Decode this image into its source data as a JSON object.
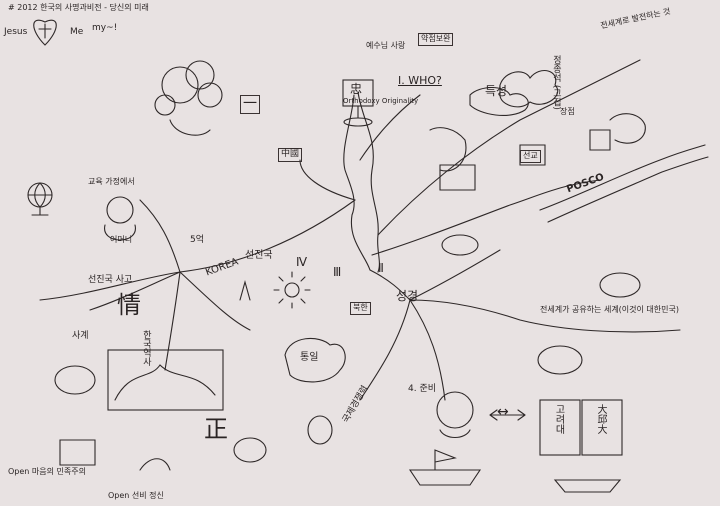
{
  "header": {
    "top_note": "# 2012 한국의 사명과비전 - 당신의 미래",
    "jesus_me": "Jesus",
    "me": "Me",
    "signature": "my~!"
  },
  "center": {
    "title_sign": "忠",
    "sign_sub": "Orthodoxy Originality"
  },
  "section_labels": {
    "who": "I. WHO?",
    "roman_2": "Ⅱ",
    "roman_3": "Ⅲ",
    "roman_4": "Ⅳ",
    "korea": "KOREA",
    "advanced": "선진국"
  },
  "right_cluster": {
    "feature": "특성",
    "person_name": "정종석 (고집)",
    "weakness_box": "약점보완",
    "top_right_note": "전세계로 발전하는 것",
    "good_point": "장점",
    "posco": "POSCO",
    "world_note": "전세계가 공유하는 세계(이것이 대한민국)",
    "word_top": "예수님 사랑",
    "box_small": "선교"
  },
  "lower_right": {
    "sign_4": "4. 준비",
    "holy": "성경",
    "arrow_double": "↔",
    "vertical_1": "고려대",
    "vertical_2": "大邱大"
  },
  "left_cluster": {
    "jeong": "情",
    "advanced_studies": "선진국 사고",
    "box_one": "一",
    "china": "中國",
    "jeong_big": "正",
    "open_mind": "Open 마음의 민족주의",
    "road_note": "교육 가정에서",
    "parent": "어머니",
    "age_5": "5억",
    "word_sa": "사계",
    "korea_history": "한국역사"
  },
  "lower_center": {
    "unify": "통일",
    "north_korea": "북한",
    "world_power": "국제경쟁력",
    "note_bottom": "Open 선비 정신"
  },
  "icons": [
    "cross-heart-icon",
    "globe-icon",
    "sun-icon",
    "boat-icon",
    "crown-icon"
  ]
}
